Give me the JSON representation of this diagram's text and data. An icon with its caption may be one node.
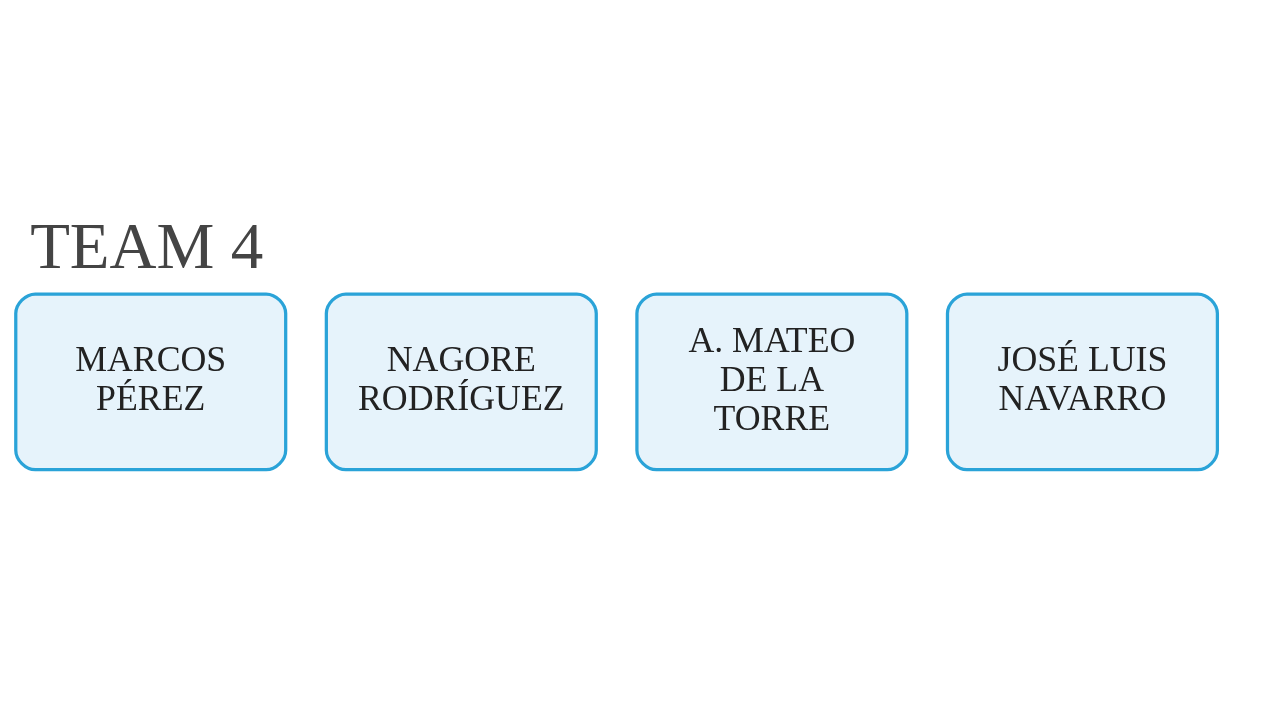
{
  "diagram": {
    "title": "TEAM 4",
    "nodes": [
      {
        "text": [
          "MARCOS PÉREZ"
        ]
      },
      {
        "text": [
          "NAGORE RODRÍGUEZ"
        ]
      },
      {
        "text": [
          "A. MATEO DE LA TORRE"
        ]
      },
      {
        "text": [
          "JOSÉ LUIS NAVARRO"
        ]
      }
    ]
  }
}
